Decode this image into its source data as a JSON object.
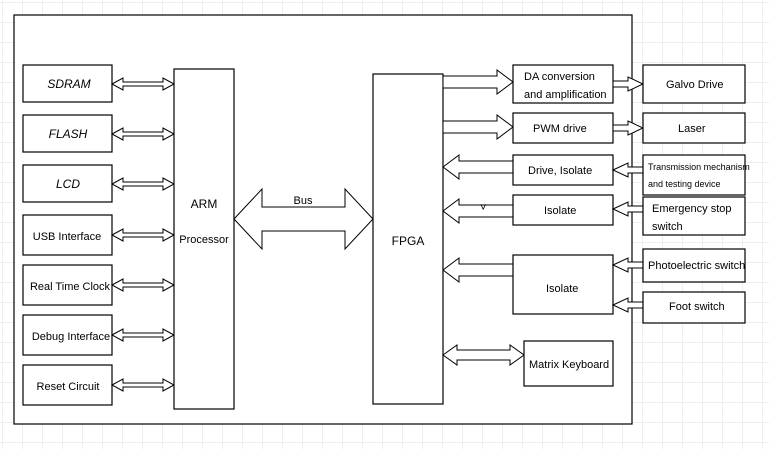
{
  "diagram": {
    "left_modules": [
      {
        "id": "sdram",
        "label": "SDRAM",
        "italic": true
      },
      {
        "id": "flash",
        "label": "FLASH",
        "italic": true
      },
      {
        "id": "lcd",
        "label": "LCD",
        "italic": true
      },
      {
        "id": "usb",
        "label": "USB Interface",
        "italic": false
      },
      {
        "id": "rtc",
        "label": "Real Time Clock",
        "italic": false
      },
      {
        "id": "debug",
        "label": "Debug Interface",
        "italic": false
      },
      {
        "id": "reset",
        "label": "Reset Circuit",
        "italic": false
      }
    ],
    "arm": {
      "line1": "ARM",
      "line2": "Processor"
    },
    "bus_label": "Bus",
    "fpga_label": "FPGA",
    "fpga_modules": {
      "da": {
        "line1": "DA conversion",
        "line2": "and amplification"
      },
      "pwm": "PWM drive",
      "drive_isolate": "Drive, Isolate",
      "isolate1": "Isolate",
      "isolate2": "Isolate",
      "matrix": "Matrix Keyboard"
    },
    "right_devices": {
      "galvo": "Galvo Drive",
      "laser": "Laser",
      "transmission": {
        "line1": "Transmission mechanism",
        "line2": "and testing device"
      },
      "emergency": {
        "line1": "Emergency stop",
        "line2": "switch"
      },
      "photoelectric": "Photoelectric switch",
      "foot": "Foot switch"
    }
  }
}
